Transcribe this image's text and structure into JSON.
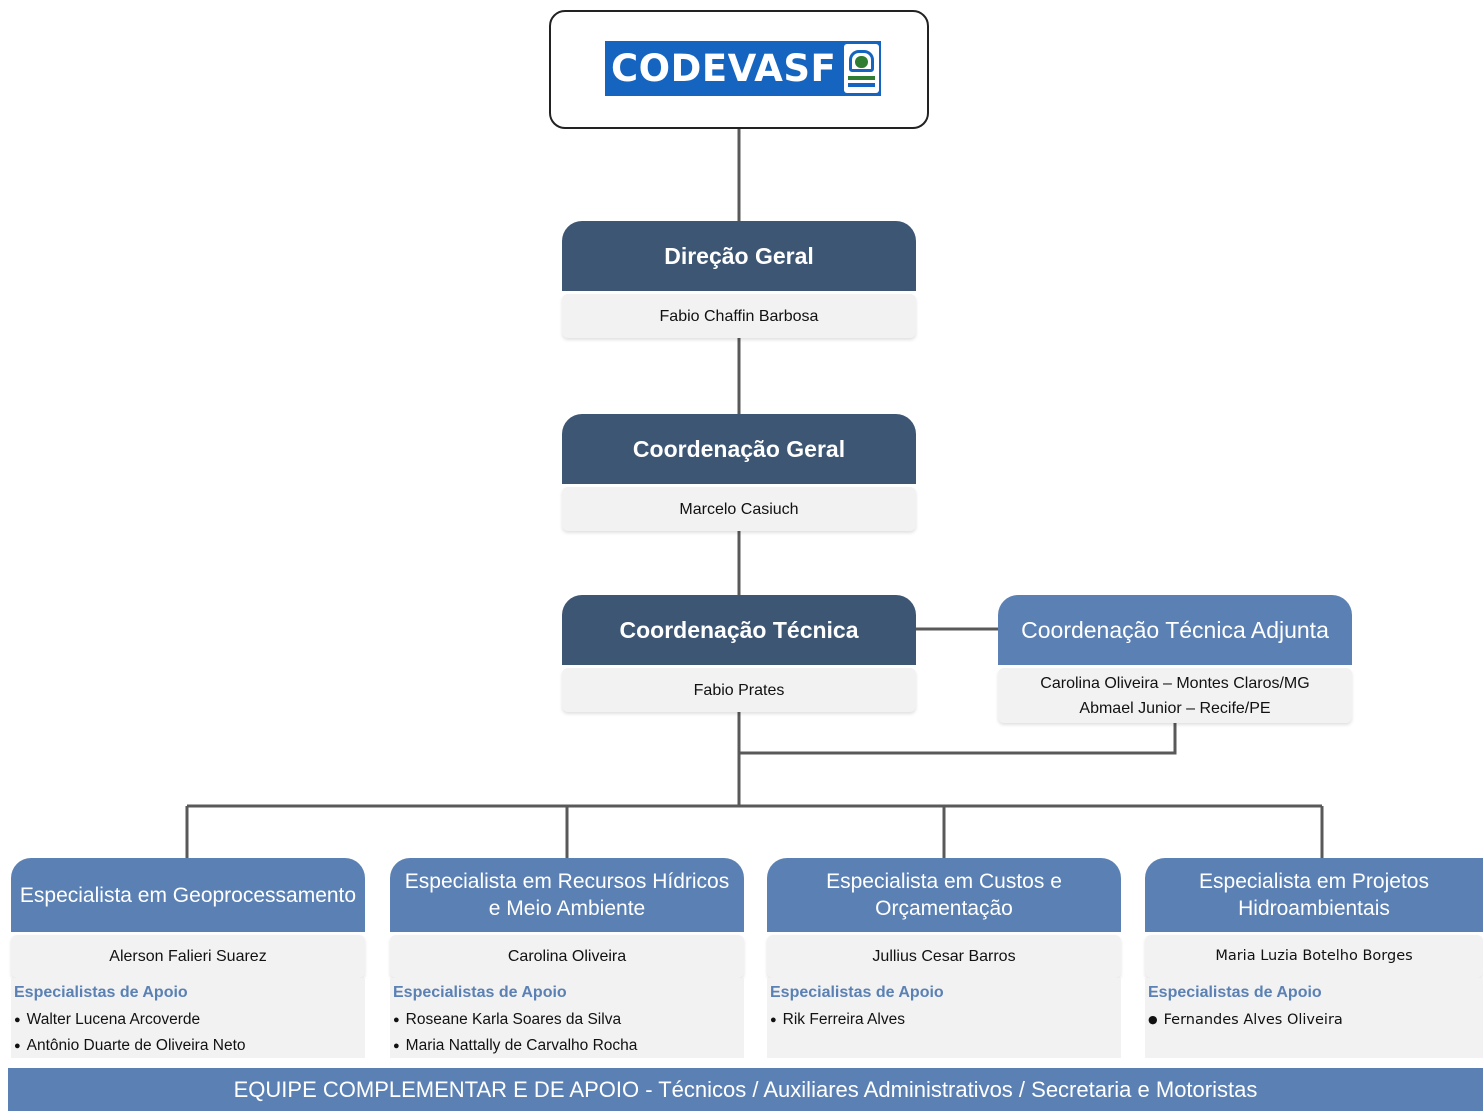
{
  "logo": {
    "text": "CODEVASF"
  },
  "direcao_geral": {
    "title": "Direção Geral",
    "people": [
      "Fabio Chaffin Barbosa"
    ]
  },
  "coordenacao_geral": {
    "title": "Coordenação Geral",
    "people": [
      "Marcelo Casiuch"
    ]
  },
  "coordenacao_tecnica": {
    "title": "Coordenação Técnica",
    "people": [
      "Fabio Prates"
    ]
  },
  "coordenacao_tecnica_adjunta": {
    "title": "Coordenação Técnica Adjunta",
    "people": [
      "Carolina Oliveira – Montes Claros/MG",
      "Abmael Junior – Recife/PE"
    ]
  },
  "specialists": [
    {
      "title": "Especialista em Geoprocessamento",
      "lead": "Alerson Falieri Suarez",
      "support_title": "Especialistas de Apoio",
      "support": [
        "Walter Lucena Arcoverde",
        "Antônio Duarte de Oliveira Neto"
      ]
    },
    {
      "title": "Especialista em Recursos Hídricos e Meio Ambiente",
      "lead": "Carolina Oliveira",
      "support_title": "Especialistas de Apoio",
      "support": [
        "Roseane Karla Soares da Silva",
        "Maria Nattally de Carvalho Rocha"
      ]
    },
    {
      "title": "Especialista em Custos e Orçamentação",
      "lead": "Jullius Cesar Barros",
      "support_title": "Especialistas de Apoio",
      "support": [
        "Rik Ferreira Alves"
      ]
    },
    {
      "title": "Especialista em Projetos Hidroambientais",
      "lead": "Maria Luzia Botelho Borges",
      "support_title": "Especialistas de Apoio",
      "support": [
        "Fernandes Alves Oliveira"
      ]
    }
  ],
  "footer": {
    "text": "EQUIPE COMPLEMENTAR E DE APOIO - Técnicos / Auxiliares Administrativos / Secretaria e Motoristas"
  },
  "colors": {
    "dark_header": "#3c5674",
    "light_header": "#5b81b4",
    "body": "#f2f2f2",
    "logo_blue": "#1565c0"
  }
}
